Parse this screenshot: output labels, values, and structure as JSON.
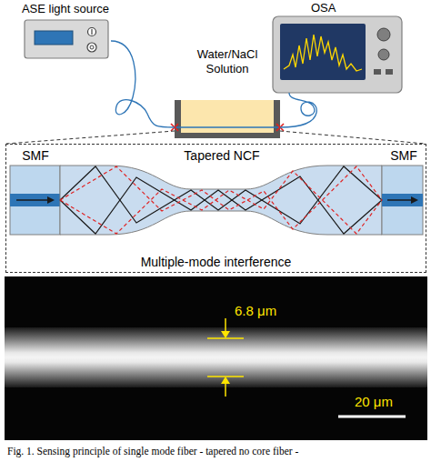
{
  "diagram": {
    "caption": "Fig. 1. Sensing principle of single mode fiber - tapered no core fiber -",
    "nodes": [
      {
        "text": [
          "ASE light source"
        ]
      },
      {
        "text": [
          "Water/NaCl Solution"
        ]
      },
      {
        "text": [
          "OSA"
        ]
      },
      {
        "text": [
          "Multiple-mode interference"
        ]
      },
      {
        "text": [
          "SMF"
        ],
        "in": 3
      },
      {
        "text": [
          "Tapered NCF"
        ],
        "in": 3
      },
      {
        "text": [
          "SMF"
        ],
        "in": 3
      }
    ],
    "edges": [
      {
        "from": 0,
        "to": 1,
        "arrow": "none"
      },
      {
        "from": 1,
        "to": 2,
        "arrow": "none"
      }
    ],
    "labels": [
      "6.8 μm",
      "20 μm"
    ]
  }
}
